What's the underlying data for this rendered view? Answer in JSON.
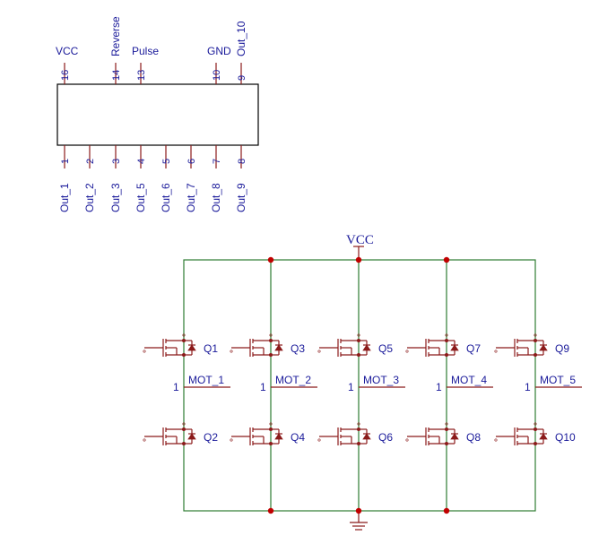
{
  "ic": {
    "top_pins": [
      {
        "num": "16",
        "name": "VCC"
      },
      {
        "num": "14",
        "name": "Reverse"
      },
      {
        "num": "13",
        "name": "Pulse"
      },
      {
        "num": "10",
        "name": "GND"
      },
      {
        "num": "9",
        "name": "Out_10"
      }
    ],
    "bottom_pins": [
      {
        "num": "1",
        "name": "Out_1"
      },
      {
        "num": "2",
        "name": "Out_2"
      },
      {
        "num": "3",
        "name": "Out_3"
      },
      {
        "num": "4",
        "name": "Out_5"
      },
      {
        "num": "5",
        "name": "Out_6"
      },
      {
        "num": "6",
        "name": "Out_7"
      },
      {
        "num": "7",
        "name": "Out_8"
      },
      {
        "num": "8",
        "name": "Out_9"
      }
    ]
  },
  "bridge": {
    "vcc_label": "VCC",
    "columns": [
      {
        "upper": "Q1",
        "lower": "Q2",
        "net": "MOT_1",
        "pin": "1"
      },
      {
        "upper": "Q3",
        "lower": "Q4",
        "net": "MOT_2",
        "pin": "1"
      },
      {
        "upper": "Q5",
        "lower": "Q6",
        "net": "MOT_3",
        "pin": "1"
      },
      {
        "upper": "Q7",
        "lower": "Q8",
        "net": "MOT_4",
        "pin": "1"
      },
      {
        "upper": "Q9",
        "lower": "Q10",
        "net": "MOT_5",
        "pin": "1"
      }
    ]
  },
  "colors": {
    "wire": "#2e7d32",
    "component": "#8b1a1a",
    "text": "#1a1a9a",
    "junction": "#c00000"
  }
}
